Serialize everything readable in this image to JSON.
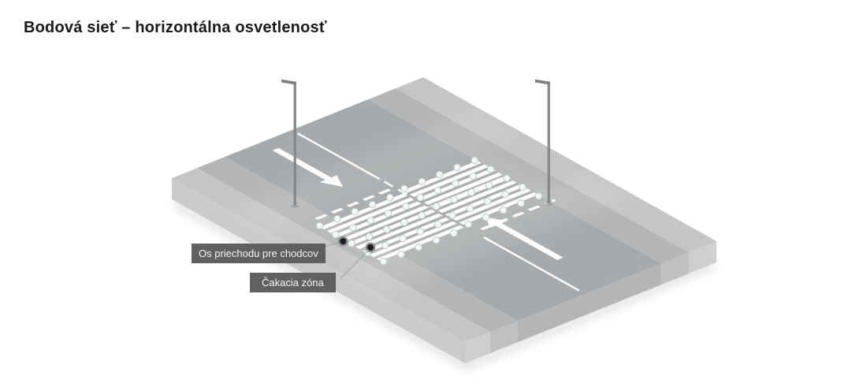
{
  "title": "Bodová sieť – horizontálna osvetlenosť",
  "callouts": [
    {
      "id": "crossing-axis",
      "label": "Os priechodu pre chodcov"
    },
    {
      "id": "waiting-zone",
      "label": "Čakacia zóna"
    }
  ],
  "diagram": {
    "crosswalk": {
      "stripe_count": 9,
      "grid_rows_across": 5,
      "grid_points_per_row": 10,
      "marked_point_count": 2,
      "giveway_dashes_per_line": 5
    },
    "poles": {
      "count": 2
    },
    "lane_arrows": {
      "count": 2
    },
    "colors": {
      "road": "#a7aaac",
      "sidewalk_inner": "#b3b5b7",
      "sidewalk_outer": "#c3c5c7",
      "kerb_face_left": "#c9cbcd",
      "marking_white": "#fdfdfd",
      "grid_point_fill": "#f2f8f4",
      "grid_point_stroke": "#c3cdc8",
      "marked_point_core": "#1c1c1e",
      "marked_point_ring": "#8b8e90",
      "pole": "#84878a",
      "label_bg": "#58595b",
      "label_text": "#f5f5f5"
    }
  }
}
